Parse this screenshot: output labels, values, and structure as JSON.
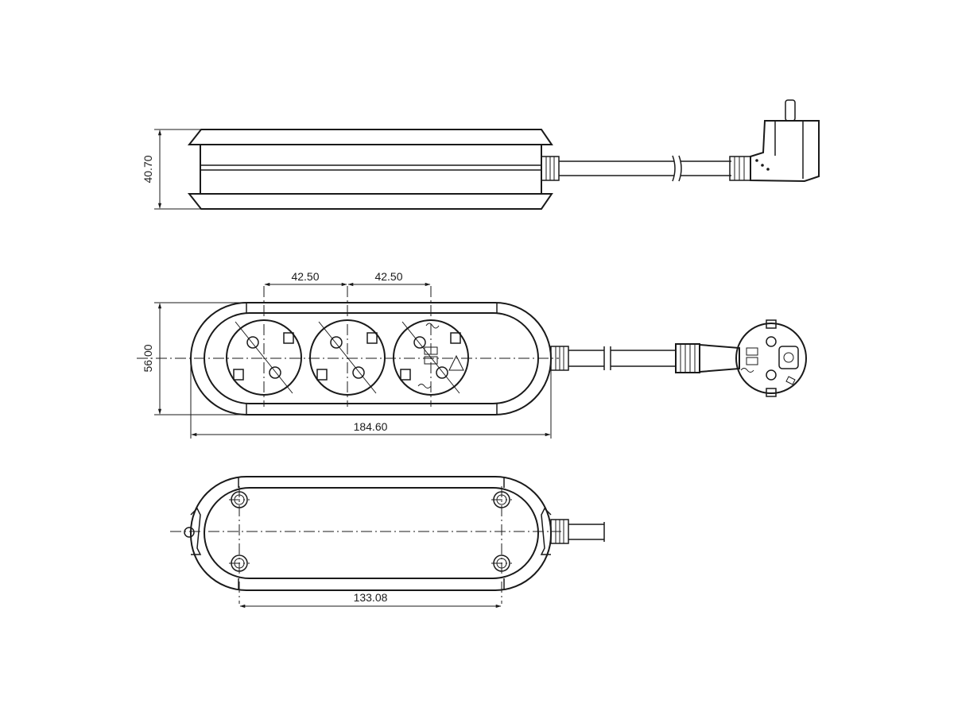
{
  "dimensions": {
    "height_side": "40.70",
    "socket_pitch_1": "42.50",
    "socket_pitch_2": "42.50",
    "width": "56.00",
    "length": "184.60",
    "hole_spacing": "133.08"
  },
  "colors": {
    "line": "#1a1a1a",
    "background": "#ffffff"
  }
}
